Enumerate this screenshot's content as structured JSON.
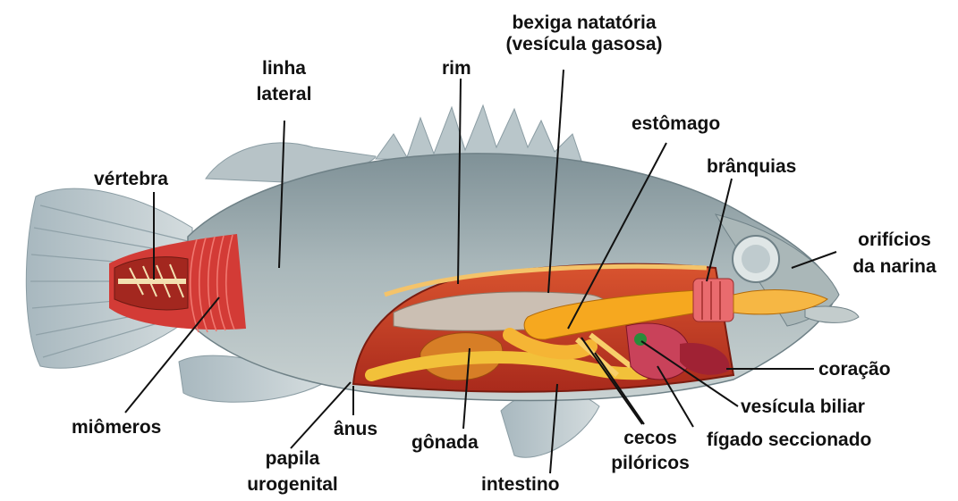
{
  "labels": {
    "bexiga_line1": "bexiga  natatória",
    "bexiga_line2": "(vesícula gasosa)",
    "rim": "rim",
    "linha_line1": "linha",
    "linha_line2": "lateral",
    "estomago": "estômago",
    "branquias": "brânquias",
    "vertebra": "vértebra",
    "orificios_line1": "orifícios",
    "orificios_line2": "da narina",
    "coracao": "coração",
    "vesicula_biliar": "vesícula biliar",
    "miomeros": "miômeros",
    "anus": "ânus",
    "gonada": "gônada",
    "cecos_line1": "cecos",
    "cecos_line2": "pilóricos",
    "figado": "fígado seccionado",
    "papila_line1": "papila",
    "papila_line2": "urogenital",
    "intestino": "intestino"
  },
  "colors": {
    "body": "#9fb0b5",
    "fins": "#b9c7cb",
    "muscle": "#e0473f",
    "cavity": "#c23a22",
    "organ_orange": "#f2a22a",
    "organ_yellow": "#f5c742",
    "bladder": "#c9bdb0",
    "liver": "#c9425a",
    "gall": "#2a8c3a"
  }
}
